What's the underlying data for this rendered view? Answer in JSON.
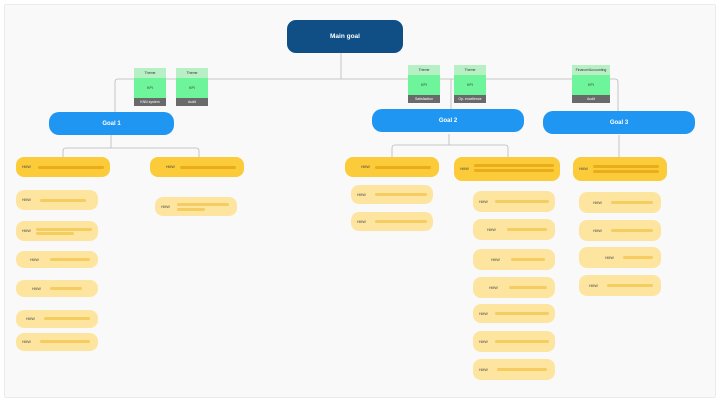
{
  "main_goal": "Main goal",
  "goals": [
    "Goal 1",
    "Goal 2",
    "Goal 3"
  ],
  "kpis": [
    {
      "theme": "Theme",
      "kpi": "KPI",
      "bottom": "KNN system"
    },
    {
      "theme": "Theme",
      "kpi": "KPI",
      "bottom": "Audit"
    },
    {
      "theme": "Theme",
      "kpi": "KPI",
      "bottom": "Satisfaction"
    },
    {
      "theme": "Theme",
      "kpi": "KPI",
      "bottom": "Op. excellence"
    },
    {
      "theme": "Finance/Accounting",
      "kpi": "KPI",
      "bottom": "Audit"
    }
  ],
  "hmw_label": "HMW",
  "hmw_groups": {
    "g1a": {
      "head": "HMW",
      "items": [
        "HMW",
        "HMW",
        "HMW",
        "HMW",
        "HMW",
        "HMW"
      ]
    },
    "g1b": {
      "head": "HMW",
      "items": [
        "HMW"
      ]
    },
    "g2a": {
      "head": "HMW",
      "items": [
        "HMW",
        "HMW"
      ]
    },
    "g2b": {
      "head": "HMW",
      "items": [
        "HMW",
        "HMW",
        "HMW",
        "HMW",
        "HMW",
        "HMW",
        "HMW"
      ]
    },
    "g3": {
      "head": "HMW",
      "items": [
        "HMW",
        "HMW",
        "HMW",
        "HMW"
      ]
    }
  }
}
